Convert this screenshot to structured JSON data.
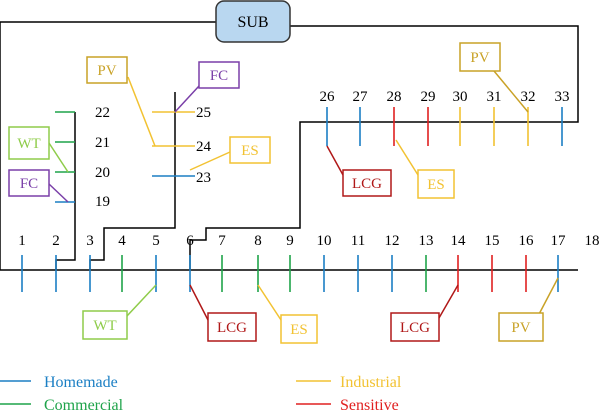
{
  "colors": {
    "line": "#000000",
    "Homemade": "#1b7fc4",
    "Commercial": "#1fa34a",
    "Industrial": "#f2c232",
    "Sensitive": "#e02020",
    "PV": "#c9a227",
    "ES": "#f2c232",
    "FC": "#7a3fa8",
    "WT": "#8fcc4a",
    "LCG": "#b01818",
    "sub_fill": "#b9d7f0",
    "sub_stroke": "#333333"
  },
  "substation": {
    "label": "SUB"
  },
  "buses": [
    {
      "id": "1",
      "type": "Homemade"
    },
    {
      "id": "2",
      "type": "Homemade"
    },
    {
      "id": "3",
      "type": "Homemade"
    },
    {
      "id": "4",
      "type": "Commercial"
    },
    {
      "id": "5",
      "type": "Homemade"
    },
    {
      "id": "6",
      "type": "Homemade"
    },
    {
      "id": "7",
      "type": "Commercial"
    },
    {
      "id": "8",
      "type": "Commercial"
    },
    {
      "id": "9",
      "type": "Commercial"
    },
    {
      "id": "10",
      "type": "Homemade"
    },
    {
      "id": "11",
      "type": "Homemade"
    },
    {
      "id": "12",
      "type": "Homemade"
    },
    {
      "id": "13",
      "type": "Commercial"
    },
    {
      "id": "14",
      "type": "Sensitive"
    },
    {
      "id": "15",
      "type": "Sensitive"
    },
    {
      "id": "16",
      "type": "Sensitive"
    },
    {
      "id": "17",
      "type": "Homemade"
    },
    {
      "id": "18",
      "type": "Homemade"
    },
    {
      "id": "19",
      "type": "Homemade"
    },
    {
      "id": "20",
      "type": "Commercial"
    },
    {
      "id": "21",
      "type": "Commercial"
    },
    {
      "id": "22",
      "type": "Commercial"
    },
    {
      "id": "23",
      "type": "Homemade"
    },
    {
      "id": "24",
      "type": "Industrial"
    },
    {
      "id": "25",
      "type": "Industrial"
    },
    {
      "id": "26",
      "type": "Homemade"
    },
    {
      "id": "27",
      "type": "Homemade"
    },
    {
      "id": "28",
      "type": "Sensitive"
    },
    {
      "id": "29",
      "type": "Sensitive"
    },
    {
      "id": "30",
      "type": "Industrial"
    },
    {
      "id": "31",
      "type": "Industrial"
    },
    {
      "id": "32",
      "type": "Industrial"
    },
    {
      "id": "33",
      "type": "Homemade"
    }
  ],
  "generators": [
    {
      "label": "PV",
      "kind": "PV",
      "bus": "24"
    },
    {
      "label": "FC",
      "kind": "FC",
      "bus": "25"
    },
    {
      "label": "ES",
      "kind": "ES",
      "bus": "23"
    },
    {
      "label": "WT",
      "kind": "WT",
      "bus": "20"
    },
    {
      "label": "FC",
      "kind": "FC",
      "bus": "19"
    },
    {
      "label": "PV",
      "kind": "PV",
      "bus": "32"
    },
    {
      "label": "LCG",
      "kind": "LCG",
      "bus": "26"
    },
    {
      "label": "ES",
      "kind": "ES",
      "bus": "28"
    },
    {
      "label": "WT",
      "kind": "WT",
      "bus": "5"
    },
    {
      "label": "LCG",
      "kind": "LCG",
      "bus": "6"
    },
    {
      "label": "ES",
      "kind": "ES",
      "bus": "8"
    },
    {
      "label": "LCG",
      "kind": "LCG",
      "bus": "14"
    },
    {
      "label": "PV",
      "kind": "PV",
      "bus": "17"
    }
  ],
  "legend": [
    {
      "type": "Homemade",
      "label": "Homemade"
    },
    {
      "type": "Commercial",
      "label": "Commercial"
    },
    {
      "type": "Industrial",
      "label": "Industrial"
    },
    {
      "type": "Sensitive",
      "label": "Sensitive"
    }
  ]
}
